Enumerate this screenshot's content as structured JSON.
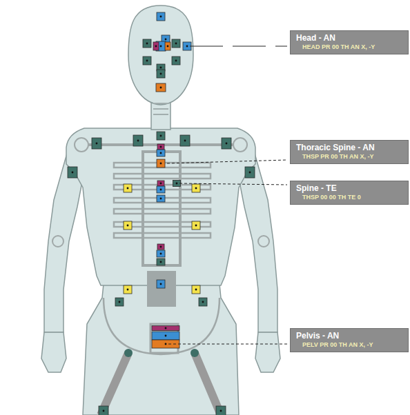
{
  "diagram": {
    "nodes": [
      {
        "text": [
          "Head - AN",
          "HEAD PR 00 TH AN X, -Y"
        ]
      },
      {
        "text": [
          "Thoracic Spine - AN",
          "THSP PR 00 TH AN  X, -Y"
        ]
      },
      {
        "text": [
          "Spine - TE",
          "THSP 00 00 TH TE 0"
        ]
      },
      {
        "text": [
          "Pelvis - AN",
          "PELV PR 00 TH AN X, -Y"
        ]
      }
    ]
  }
}
